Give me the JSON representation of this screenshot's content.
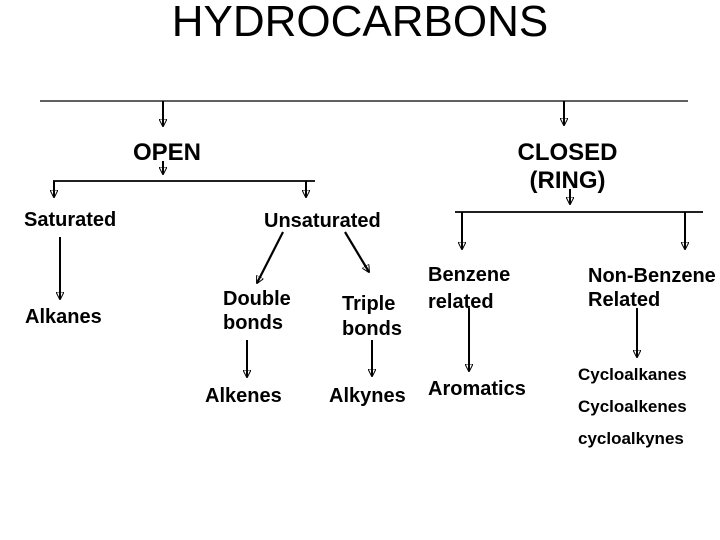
{
  "colors": {
    "background": "#ffffff",
    "text": "#000000",
    "line": "#000000"
  },
  "diagram": {
    "type": "tree",
    "title": "HYDROCARBONS",
    "nodes": {
      "title": "HYDROCARBONS",
      "open": "OPEN",
      "closed_ring": "CLOSED\n(RING)",
      "saturated": "Saturated",
      "unsaturated": "Unsaturated",
      "alkanes": "Alkanes",
      "double_bonds": "Double\nbonds",
      "triple_bonds": "Triple\nbonds",
      "alkenes": "Alkenes",
      "alkynes": "Alkynes",
      "benzene_related": "Benzene\nrelated",
      "non_benzene_related": "Non-Benzene\nRelated",
      "aromatics": "Aromatics",
      "cycloalkanes": "Cycloalkanes",
      "cycloalkenes": "Cycloalkenes",
      "cycloalkynes": "cycloalkynes"
    },
    "edges": [
      {
        "from": "title",
        "to": "open"
      },
      {
        "from": "title",
        "to": "closed_ring"
      },
      {
        "from": "open",
        "to": "saturated"
      },
      {
        "from": "open",
        "to": "unsaturated"
      },
      {
        "from": "saturated",
        "to": "alkanes"
      },
      {
        "from": "unsaturated",
        "to": "double_bonds"
      },
      {
        "from": "unsaturated",
        "to": "triple_bonds"
      },
      {
        "from": "double_bonds",
        "to": "alkenes"
      },
      {
        "from": "triple_bonds",
        "to": "alkynes"
      },
      {
        "from": "closed_ring",
        "to": "benzene_related"
      },
      {
        "from": "closed_ring",
        "to": "non_benzene_related"
      },
      {
        "from": "benzene_related",
        "to": "aromatics"
      },
      {
        "from": "non_benzene_related",
        "to": "cycloalkanes"
      },
      {
        "from": "non_benzene_related",
        "to": "cycloalkenes"
      },
      {
        "from": "non_benzene_related",
        "to": "cycloalkynes"
      }
    ]
  }
}
